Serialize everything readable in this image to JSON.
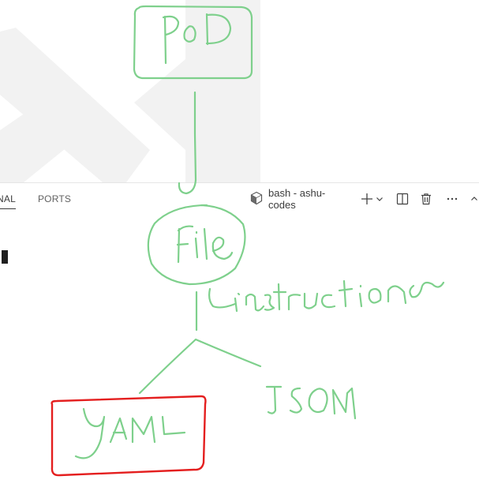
{
  "panel": {
    "tabs": [
      {
        "label": "NAL",
        "active": true
      },
      {
        "label": "PORTS",
        "active": false
      }
    ],
    "terminal": {
      "name": "bash - ashu-codes"
    },
    "toolbar_icons": [
      "terminal-icon",
      "plus-icon",
      "chevron-down-icon",
      "split-icon",
      "trash-icon",
      "more-icon",
      "chevron-up-icon"
    ]
  },
  "drawing": {
    "ink_color": "#7ed08c",
    "highlight_color": "#e41f1f",
    "labels": {
      "pod": "PoD",
      "file": "File",
      "instruction": "Instruction",
      "json": "JSON",
      "yaml": "YAML"
    }
  },
  "colors": {
    "background": "#ffffff",
    "watermark": "#f2f2f2"
  }
}
